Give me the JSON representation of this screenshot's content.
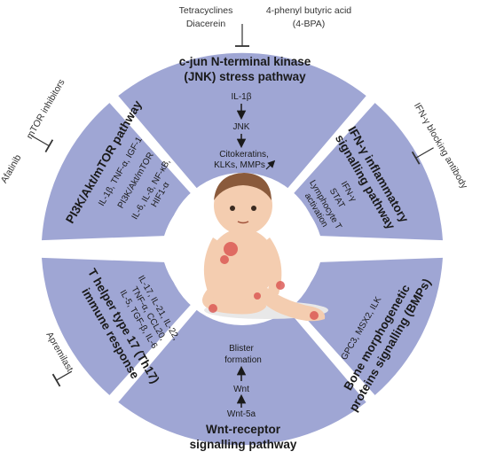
{
  "colors": {
    "sector_fill": "#9fa6d4",
    "center_fill": "#ffffff",
    "ink": "#1a1a1a",
    "skin": "#f4cdb0",
    "lesion": "#d9534f"
  },
  "sectors": {
    "jnk": {
      "title_1": "c-jun N-terminal kinase",
      "title_2": "(JNK) stress pathway",
      "l1": "IL-1β",
      "l2": "JNK",
      "l3": "Citokeratins,",
      "l4": "KLKs, MMPs"
    },
    "ifn": {
      "title_1": "IFN-γ inflammatory",
      "title_2": "signalling pathway",
      "l1": "IFN-γ",
      "l2": "STAT",
      "l3": "Lymphocyte T",
      "l4": "activation"
    },
    "bmp": {
      "title_1": "Bone morphogenetic",
      "title_2": "proteins signalling (BMPs)",
      "l1": "GPC3, MSX2, ILK"
    },
    "wnt": {
      "title_1": "Wnt-receptor",
      "title_2": "signalling pathway",
      "l1": "Blister",
      "l2": "formation",
      "l3": "Wnt",
      "l4": "Wnt-5a"
    },
    "th17": {
      "title_1": "T helper type 17 (Th17)",
      "title_2": "immune response",
      "l1": "IL-17, IL-21, IL-22,",
      "l2": "TNF-α, CCL20,",
      "l3": "IL-5, TGF-β, IL-6"
    },
    "pi3k": {
      "title_1": "PI3K/Akt/mTOR pathway",
      "l1": "IL-1β, TNF-α, IGF-1",
      "l2": "PI3K/Akt/mTOR",
      "l3": "IL-6, IL-8, NF-κB,",
      "l4": "HIF1-α"
    }
  },
  "inhibitors": {
    "top_left_1": "Tetracyclines",
    "top_left_2": "Diacerein",
    "top_right_1": "4-phenyl butyric acid",
    "top_right_2": "(4-BPA)",
    "ifn_block": "IFN-γ blocking antibody",
    "mtor": "mTOR inhibitors",
    "afatinib": "Afatinib",
    "apremilast": "Apremilast"
  }
}
